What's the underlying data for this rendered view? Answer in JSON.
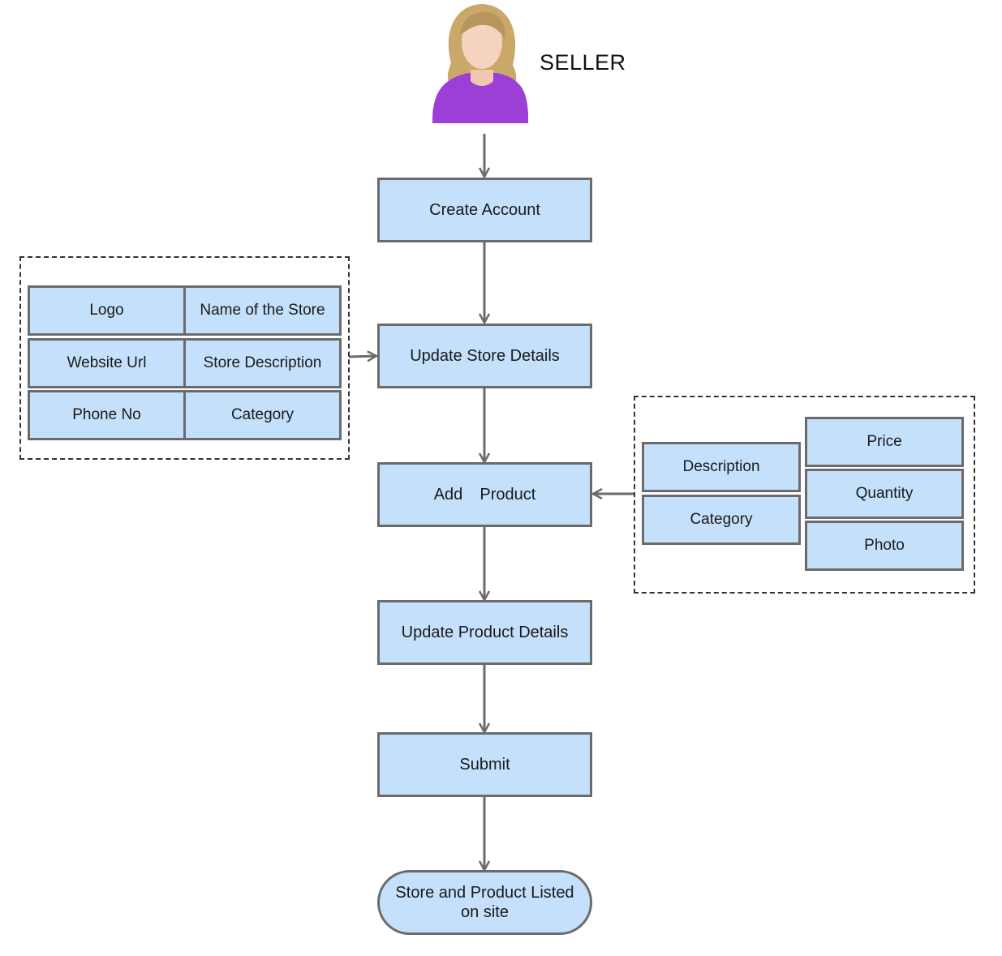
{
  "actor": {
    "label": "SELLER",
    "icon": "user-avatar-icon"
  },
  "steps": [
    "Create Account",
    "Update Store Details",
    "Add  Product",
    "Update Product Details",
    "Submit"
  ],
  "end": "Store and Product Listed on site",
  "store_fields": [
    "Logo",
    "Name of the Store",
    "Website Url",
    "Store Description",
    "Phone No",
    "Category"
  ],
  "product_fields": {
    "left": [
      "Description",
      "Category"
    ],
    "right": [
      "Price",
      "Quantity",
      "Photo"
    ]
  },
  "colors": {
    "box_fill": "#c5e0fb",
    "box_border": "#6b6b6b",
    "arrow": "#6b6b6b",
    "group_border": "#333333",
    "avatar_shirt": "#9b3fd6",
    "avatar_hair": "#c9a86a"
  }
}
